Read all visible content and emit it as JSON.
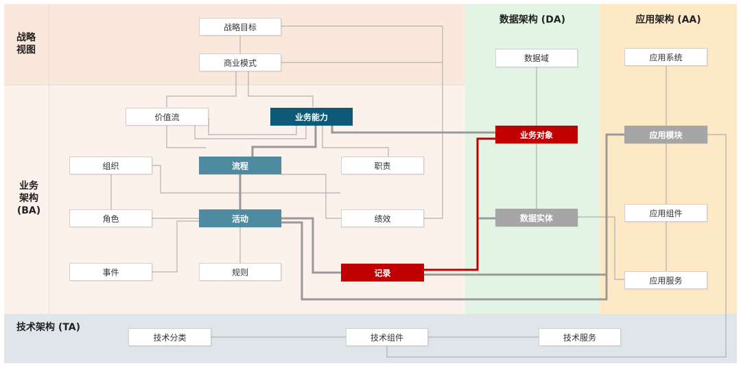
{
  "zones": {
    "strategy": {
      "label": "战略\n视图"
    },
    "business": {
      "label": "业务\n架构\n(BA)"
    },
    "data": {
      "label": "数据架构 (DA)"
    },
    "application": {
      "label": "应用架构 (AA)"
    },
    "technology": {
      "label": "技术架构 (TA)"
    }
  },
  "nodes": {
    "strategic_goal": "战略目标",
    "business_model": "商业模式",
    "value_stream": "价值流",
    "business_capability": "业务能力",
    "organization": "组织",
    "process": "流程",
    "responsibility": "职责",
    "role": "角色",
    "activity": "活动",
    "performance": "绩效",
    "event": "事件",
    "rule": "规则",
    "record": "记录",
    "data_domain": "数据域",
    "business_object": "业务对象",
    "data_entity": "数据实体",
    "application_system": "应用系统",
    "application_module": "应用模块",
    "application_component": "应用组件",
    "application_service": "应用服务",
    "tech_category": "技术分类",
    "tech_component": "技术组件",
    "tech_service": "技术服务"
  },
  "colors": {
    "strategy_bg": "#fbe8dd",
    "business_bg": "#fdf1ec",
    "data_bg": "#e3f3e4",
    "application_bg": "#fde9c6",
    "technology_bg": "#dfe6ea",
    "dark_node": "#0d5a78",
    "teal_node": "#4e8aa0",
    "red_node": "#c00000",
    "gray_node": "#a6a6a6",
    "thin_line": "#b0b0b0",
    "thick_line": "#999999",
    "red_line": "#c00000"
  }
}
